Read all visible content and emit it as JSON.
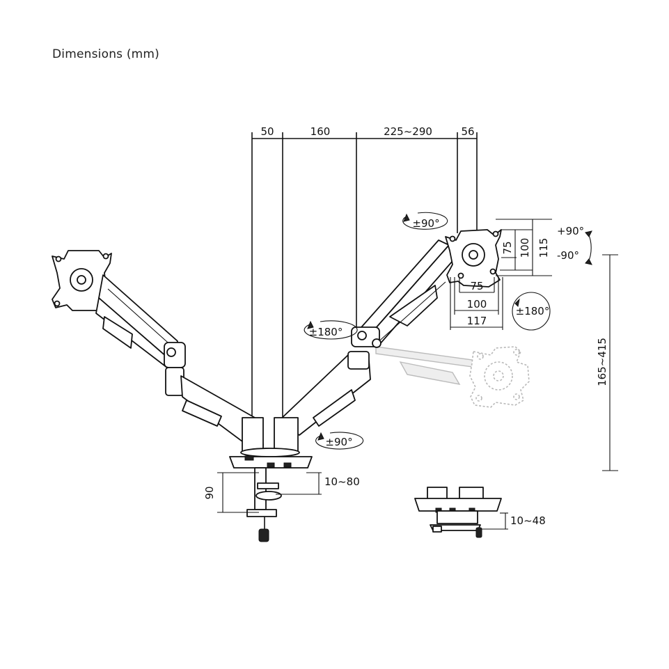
{
  "title": "Dimensions (mm)",
  "dimensions": {
    "base_offset": "50",
    "lower_arm": "160",
    "upper_arm": "225~290",
    "plate_depth": "56",
    "vesa_h_small": "75",
    "vesa_h_large": "100",
    "plate_height": "115",
    "vesa_w_small": "75",
    "vesa_w_large": "100",
    "plate_width": "117",
    "height_range": "165~415",
    "clamp_height": "90",
    "clamp_range": "10~80",
    "grommet_range": "10~48"
  },
  "rotations": {
    "rotate_plate": "±90°",
    "tilt_up": "+90°",
    "tilt_down": "-90°",
    "swivel_head": "±180°",
    "swivel_arm": "±180°",
    "swivel_base": "±90°"
  },
  "colors": {
    "line": "#111111",
    "ghost": "#b8b8b8",
    "background": "#ffffff"
  }
}
